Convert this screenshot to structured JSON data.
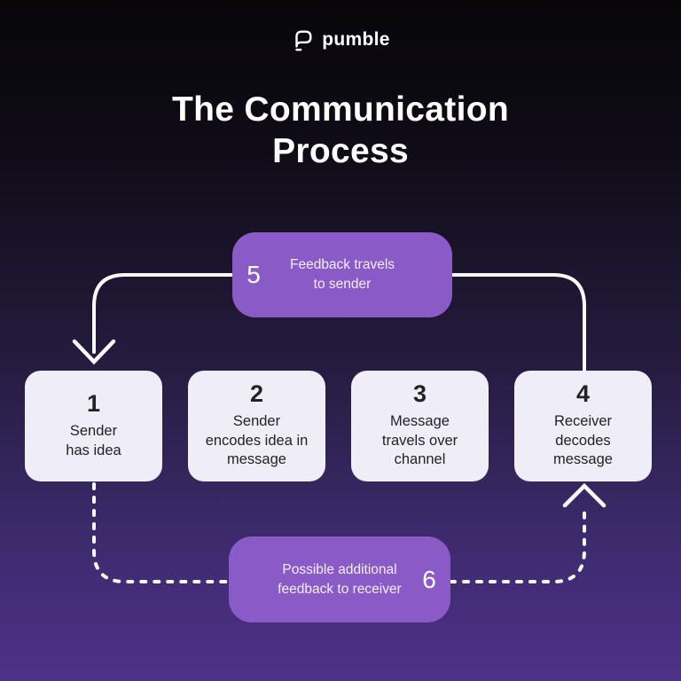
{
  "logo": {
    "brand": "pumble"
  },
  "title": {
    "text": "The Communication\nProcess"
  },
  "flow": {
    "top_banner": {
      "number": "5",
      "label": "Feedback travels\nto sender"
    },
    "bottom_banner": {
      "number": "6",
      "label": "Possible additional\nfeedback to receiver"
    },
    "steps": [
      {
        "number": "1",
        "label": "Sender\nhas idea"
      },
      {
        "number": "2",
        "label": "Sender\nencodes idea in\nmessage"
      },
      {
        "number": "3",
        "label": "Message\ntravels over\nchannel"
      },
      {
        "number": "4",
        "label": "Receiver\ndecodes\nmessage"
      }
    ]
  },
  "colors": {
    "accent_purple": "#8a5ac6",
    "card_light": "#efedf6",
    "text_dark": "#242129",
    "line_white": "#faf9fd",
    "background_top": "#070609",
    "background_bottom": "#4e3189"
  }
}
